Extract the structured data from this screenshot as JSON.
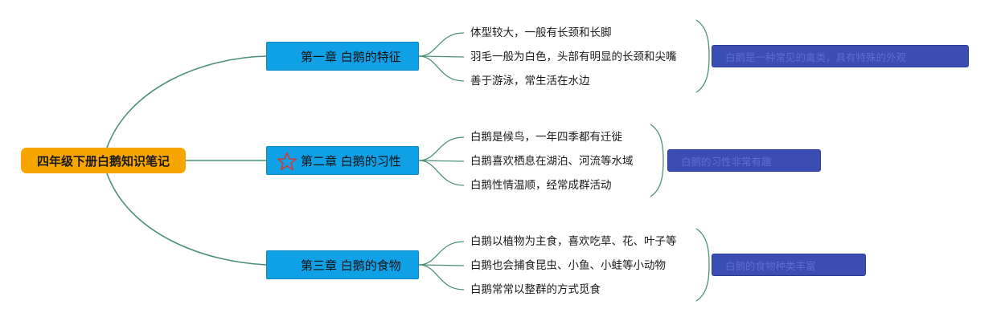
{
  "root": {
    "title": "四年级下册白鹅知识笔记"
  },
  "chapters": [
    {
      "label": "第一章 白鹅的特征",
      "icon": "none",
      "items": [
        "体型较大，一般有长颈和长脚",
        "羽毛一般为白色，头部有明显的长颈和尖嘴",
        "善于游泳，常生活在水边"
      ],
      "summary": "白鹅是一种常见的禽类，具有特殊的外观"
    },
    {
      "label": "第二章 白鹅的习性",
      "icon": "star-outline-icon",
      "items": [
        "白鹅是候鸟，一年四季都有迁徙",
        "白鹅喜欢栖息在湖泊、河流等水域",
        "白鹅性情温顺，经常成群活动"
      ],
      "summary": "白鹅的习性非常有趣"
    },
    {
      "label": "第三章 白鹅的食物",
      "icon": "none",
      "items": [
        "白鹅以植物为主食，喜欢吃草、花、叶子等",
        "白鹅也会捕食昆虫、小鱼、小蛙等小动物",
        "白鹅常常以整群的方式觅食"
      ],
      "summary": "白鹅的食物种类丰富"
    }
  ],
  "colors": {
    "root_fill": "#f7a500",
    "chapter_fill": "#0fa0e6",
    "summary_fill": "#3a4db2",
    "summary_text": "#5a6fd0",
    "connector": "#4a8f7d",
    "star_outline": "#d13a3a"
  }
}
